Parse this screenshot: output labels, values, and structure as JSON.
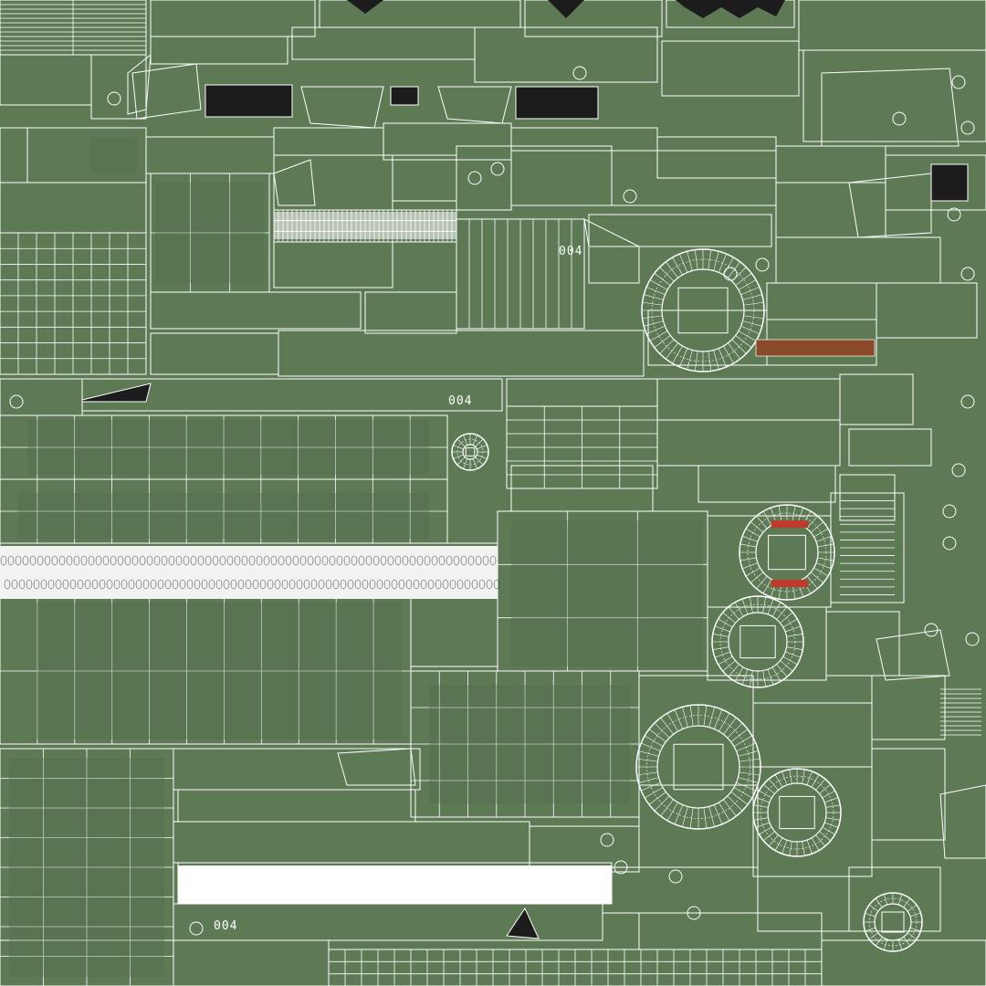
{
  "texture": {
    "base_color": "#5d7a55",
    "wire_color": "#ffffff",
    "shade_color": "#4f6b49",
    "dark_color": "#1c1c1c",
    "rust_color": "#8a4a2a",
    "red_color": "#c0392b"
  },
  "markings": [
    "004",
    "004",
    "004"
  ]
}
